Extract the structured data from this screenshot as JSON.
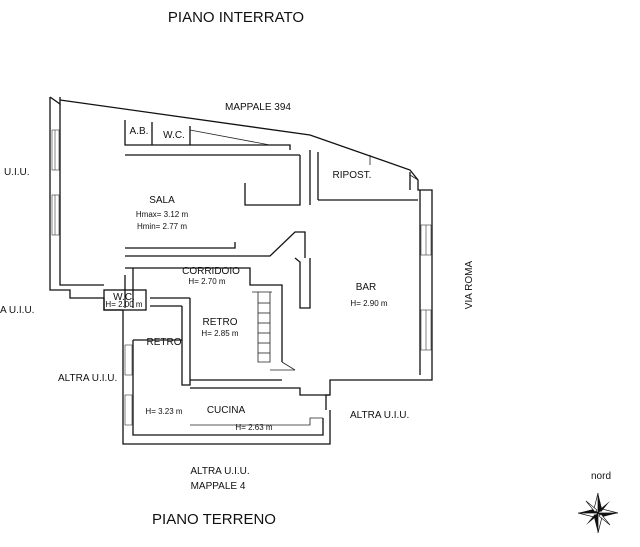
{
  "titles": {
    "top": "PIANO INTERRATO",
    "bottom": "PIANO TERRENO"
  },
  "boundaries": {
    "north": "MAPPALE 394",
    "west_upper": "U.I.U.",
    "west_middle": "A U.I.U.",
    "west_lower": "ALTRA U.I.U.",
    "east_lower": "ALTRA U.I.U.",
    "south_line1": "ALTRA U.I.U.",
    "south_line2": "MAPPALE 4",
    "east_street": "VIA ROMA"
  },
  "rooms": {
    "ab": "A.B.",
    "wc_top": "W.C.",
    "ripost": "RIPOST.",
    "sala": "SALA",
    "sala_hmax": "Hmax= 3.12 m",
    "sala_hmin": "Hmin= 2.77 m",
    "corridoio": "CORRIDOIO",
    "corridoio_h": "H= 2.70 m",
    "bar": "BAR",
    "bar_h": "H= 2.90 m",
    "wc_lower": "W.C.",
    "wc_lower_h": "H= 2.00 m",
    "retro_center": "RETRO",
    "retro_center_h": "H= 2.85 m",
    "retro_left": "RETRO",
    "cucina": "CUCINA",
    "cucina_h_left": "H= 3.23 m",
    "cucina_h_right": "H= 2.63 m"
  },
  "compass": {
    "label": "nord"
  }
}
